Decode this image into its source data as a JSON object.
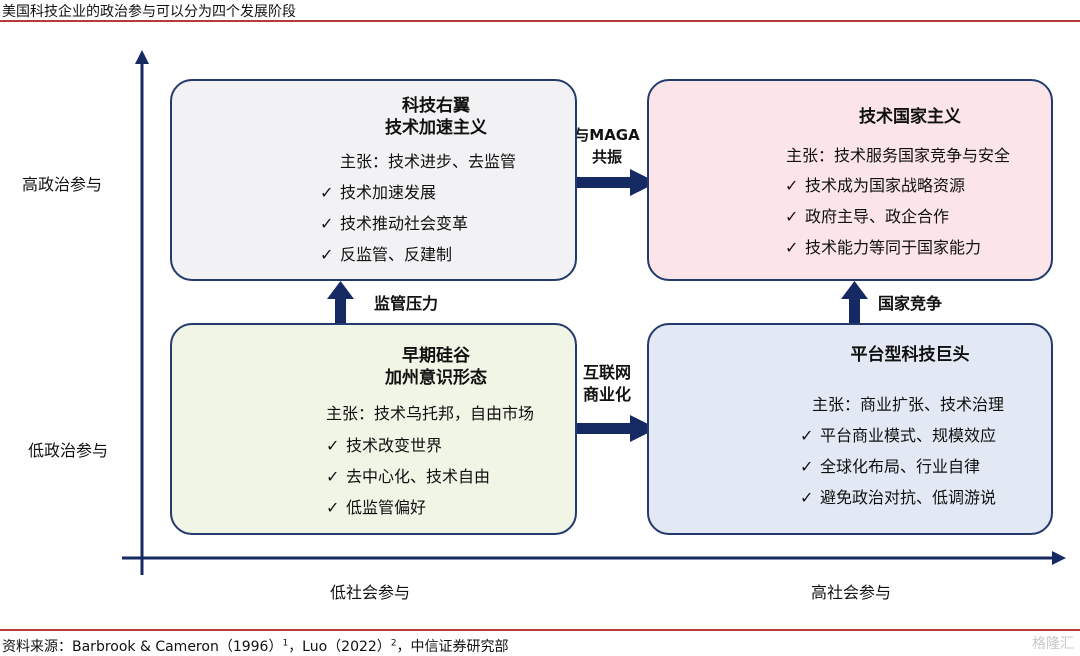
{
  "title": "美国科技企业的政治参与可以分为四个发展阶段",
  "axes": {
    "y_high": "高政治参与",
    "y_low": "低政治参与",
    "x_low": "低社会参与",
    "x_high": "高社会参与"
  },
  "quadrants": {
    "top_left": {
      "heading_line1": "科技右翼",
      "heading_line2": "技术加速主义",
      "claim": "主张：技术进步、去监管",
      "bullets": [
        "技术加速发展",
        "技术推动社会变革",
        "反监管、反建制"
      ],
      "icon": "rocket-icon"
    },
    "top_right": {
      "heading_line1": "技术国家主义",
      "claim": "主张：技术服务国家竞争与安全",
      "bullets": [
        "技术成为国家战略资源",
        "政府主导、政企合作",
        "技术能力等同于国家能力"
      ],
      "icon": "government-building-icon"
    },
    "bottom_left": {
      "heading_line1": "早期硅谷",
      "heading_line2": "加州意识形态",
      "claim": "主张：技术乌托邦，自由市场",
      "bullets": [
        "技术改变世界",
        "去中心化、技术自由",
        "低监管偏好"
      ],
      "icon": "palm-tree-sun-icon"
    },
    "bottom_right": {
      "heading_line1": "平台型科技巨头",
      "claim": "主张：商业扩张、技术治理",
      "bullets": [
        "平台商业模式、规模效应",
        "全球化布局、行业自律",
        "避免政治对抗、低调游说"
      ],
      "icon": "office-building-icon"
    }
  },
  "arrows": {
    "left_up_line1": "监管压力",
    "right_up_line1": "国家竞争",
    "top_right_line1": "与MAGA",
    "top_right_line2": "共振",
    "bottom_right_line1": "互联网",
    "bottom_right_line2": "商业化"
  },
  "check_mark": "✓",
  "source": {
    "prefix": "资料来源：Barbrook & Cameron（1996）",
    "ref1": "1",
    "middle": "，Luo（2022）",
    "ref2": "2",
    "suffix": "，中信证券研究部"
  },
  "watermark": "格隆汇",
  "colors": {
    "navy": "#152a63",
    "red_rule": "#b83a3a",
    "building_red": "#c8101e",
    "rocket_gray": "#555555",
    "palm_brown": "#a0772b"
  }
}
